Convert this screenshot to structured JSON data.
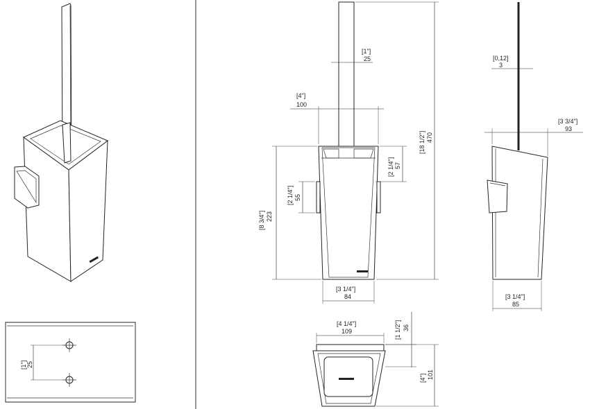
{
  "colors": {
    "line": "#222222",
    "background": "#ffffff",
    "divider": "#333333"
  },
  "views": {
    "iso": {
      "name": "isometric-view"
    },
    "plan": {
      "name": "wall-plate-plan-view",
      "dim_spacing": {
        "inch": "[1\"]",
        "mm": "25"
      }
    },
    "front": {
      "name": "front-elevation",
      "dim_handle_w": {
        "inch": "[1\"]",
        "mm": "25"
      },
      "dim_top_w": {
        "inch": "[4\"]",
        "mm": "100"
      },
      "dim_total_h": {
        "inch": "[18 1/2\"]",
        "mm": "470"
      },
      "dim_rim_h": {
        "inch": "[2 1/4\"]",
        "mm": "57"
      },
      "dim_bracket_h": {
        "inch": "[2 1/4\"]",
        "mm": "55"
      },
      "dim_body_h": {
        "inch": "[8 3/4\"]",
        "mm": "223"
      },
      "dim_base_w": {
        "inch": "[3 1/4\"]",
        "mm": "84"
      }
    },
    "side": {
      "name": "side-elevation",
      "dim_handle_t": {
        "inch": "[0,12]",
        "mm": "3"
      },
      "dim_depth_top": {
        "inch": "[3 3/4\"]",
        "mm": "93"
      },
      "dim_base_d": {
        "inch": "[3 1/4\"]",
        "mm": "85"
      }
    },
    "top": {
      "name": "top-view",
      "dim_width": {
        "inch": "[4 1/4\"]",
        "mm": "109"
      },
      "dim_offset": {
        "inch": "[1 1/2\"]",
        "mm": "36"
      },
      "dim_depth": {
        "inch": "[4\"]",
        "mm": "101"
      }
    }
  }
}
